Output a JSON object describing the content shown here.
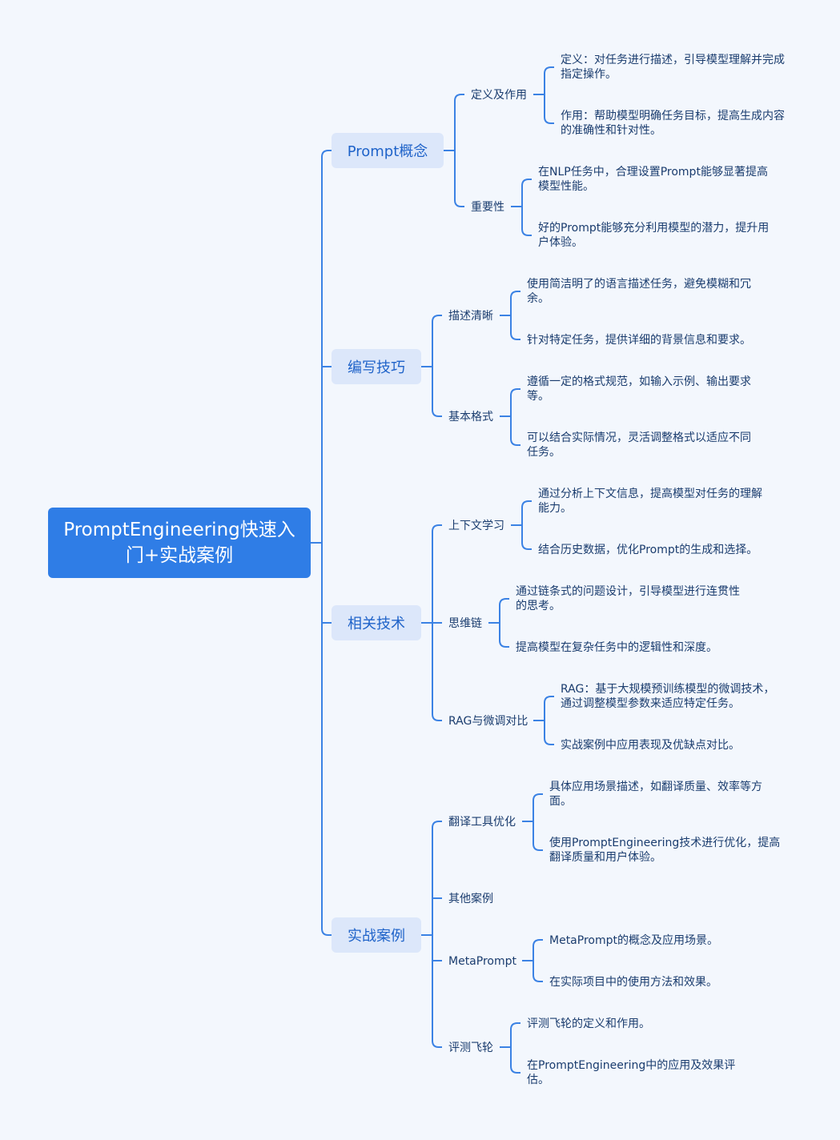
{
  "root": "PromptEngineering快速入门+实战案例",
  "branches": [
    {
      "title": "Prompt概念",
      "children": [
        {
          "title": "定义及作用",
          "leaves": [
            "定义：对任务进行描述，引导模型理解并完成指定操作。",
            "作用：帮助模型明确任务目标，提高生成内容的准确性和针对性。"
          ]
        },
        {
          "title": "重要性",
          "leaves": [
            "在NLP任务中，合理设置Prompt能够显著提高模型性能。",
            "好的Prompt能够充分利用模型的潜力，提升用户体验。"
          ]
        }
      ]
    },
    {
      "title": "编写技巧",
      "children": [
        {
          "title": "描述清晰",
          "leaves": [
            "使用简洁明了的语言描述任务，避免模糊和冗余。",
            "针对特定任务，提供详细的背景信息和要求。"
          ]
        },
        {
          "title": "基本格式",
          "leaves": [
            "遵循一定的格式规范，如输入示例、输出要求等。",
            "可以结合实际情况，灵活调整格式以适应不同任务。"
          ]
        }
      ]
    },
    {
      "title": "相关技术",
      "children": [
        {
          "title": "上下文学习",
          "leaves": [
            "通过分析上下文信息，提高模型对任务的理解能力。",
            "结合历史数据，优化Prompt的生成和选择。"
          ]
        },
        {
          "title": "思维链",
          "leaves": [
            "通过链条式的问题设计，引导模型进行连贯性的思考。",
            "提高模型在复杂任务中的逻辑性和深度。"
          ]
        },
        {
          "title": "RAG与微调对比",
          "leaves": [
            "RAG：基于大规模预训练模型的微调技术，通过调整模型参数来适应特定任务。",
            "实战案例中应用表现及优缺点对比。"
          ]
        }
      ]
    },
    {
      "title": "实战案例",
      "children": [
        {
          "title": "翻译工具优化",
          "leaves": [
            "具体应用场景描述，如翻译质量、效率等方面。",
            "使用PromptEngineering技术进行优化，提高翻译质量和用户体验。"
          ]
        },
        {
          "title": "其他案例",
          "leaves": []
        },
        {
          "title": "MetaPrompt",
          "leaves": [
            "MetaPrompt的概念及应用场景。",
            "在实际项目中的使用方法和效果。"
          ]
        },
        {
          "title": "评测飞轮",
          "leaves": [
            "评测飞轮的定义和作用。",
            "在PromptEngineering中的应用及效果评估。"
          ]
        }
      ]
    }
  ],
  "colors": {
    "background": "#f3f7fd",
    "root": "#2f7de6",
    "branch_fill": "#dce7fa",
    "branch_text": "#1f63c9",
    "line": "#3b82e4",
    "text": "#1a3c6e"
  }
}
